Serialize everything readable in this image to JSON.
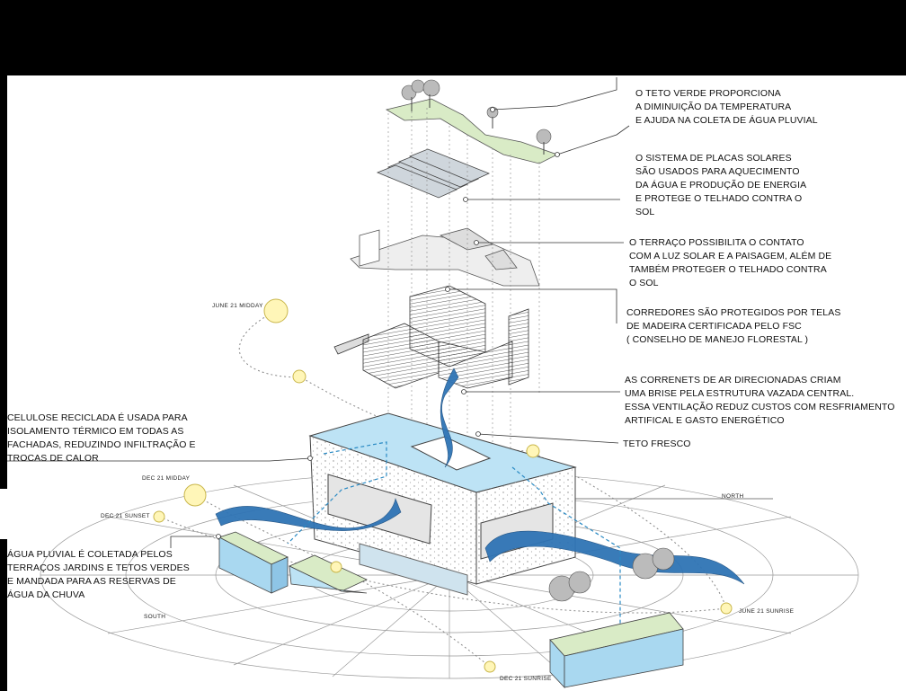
{
  "captions": {
    "green_roof": "O TETO VERDE PROPORCIONA\nA DIMINUIÇÃO DA TEMPERATURA\nE AJUDA NA COLETA DE ÁGUA PLUVIAL",
    "solar_panels": "O SISTEMA DE PLACAS SOLARES\nSÃO USADOS PARA AQUECIMENTO\nDA ÁGUA E PRODUÇÃO DE ENERGIA\nE PROTEGE O TELHADO CONTRA O\nSOL",
    "terrace": "O TERRAÇO POSSIBILITA O CONTATO\nCOM A LUZ SOLAR E A PAISAGEM, ALÉM DE\nTAMBÉM PROTEGER O TELHADO CONTRA\nO SOL",
    "corridors": "CORREDORES SÃO PROTEGIDOS POR TELAS\nDE MADEIRA CERTIFICADA PELO FSC\n( CONSELHO DE MANEJO FLORESTAL )",
    "air_currents": "AS CORRENETS DE AR DIRECIONADAS CRIAM\nUMA BRISE PELA ESTRUTURA VAZADA CENTRAL.\nESSA VENTILAÇÃO REDUZ CUSTOS COM RESFRIAMENTO\nARTIFICAL E GASTO ENERGÉTICO",
    "cool_roof": "TETO FRESCO",
    "cellulose": "CELULOSE RECICLADA É USADA PARA\nISOLAMENTO TÉRMICO EM TODAS AS\nFACHADAS, REDUZINDO INFILTRAÇÃO E\nTROCAS DE CALOR",
    "rainwater": "ÁGUA PLUVIAL É COLETADA PELOS\nTERRAÇOS JARDINS E TETOS VERDES\nE MANDADA PARA AS RESERVAS DE\nÁGUA DA CHUVA"
  },
  "sun_labels": {
    "june21_midday": "JUNE 21 MIDDAY",
    "dec21_midday": "DEC 21 MIDDAY",
    "dec21_sunset": "DEC 21 SUNSET",
    "june21_sunrise": "JUNE 21 SUNRISE",
    "dec21_sunrise": "DEC 21 SUNRISE"
  },
  "compass": {
    "north": "NORTH",
    "south": "SOUTH"
  },
  "colors": {
    "water": "#a9d8f0",
    "water_dark": "#5aa9d6",
    "airflow": "#2f74b5",
    "sun": "#fff6b8",
    "sun_stroke": "#c9b64a",
    "green": "#d9ebc6",
    "leader": "#333333"
  }
}
